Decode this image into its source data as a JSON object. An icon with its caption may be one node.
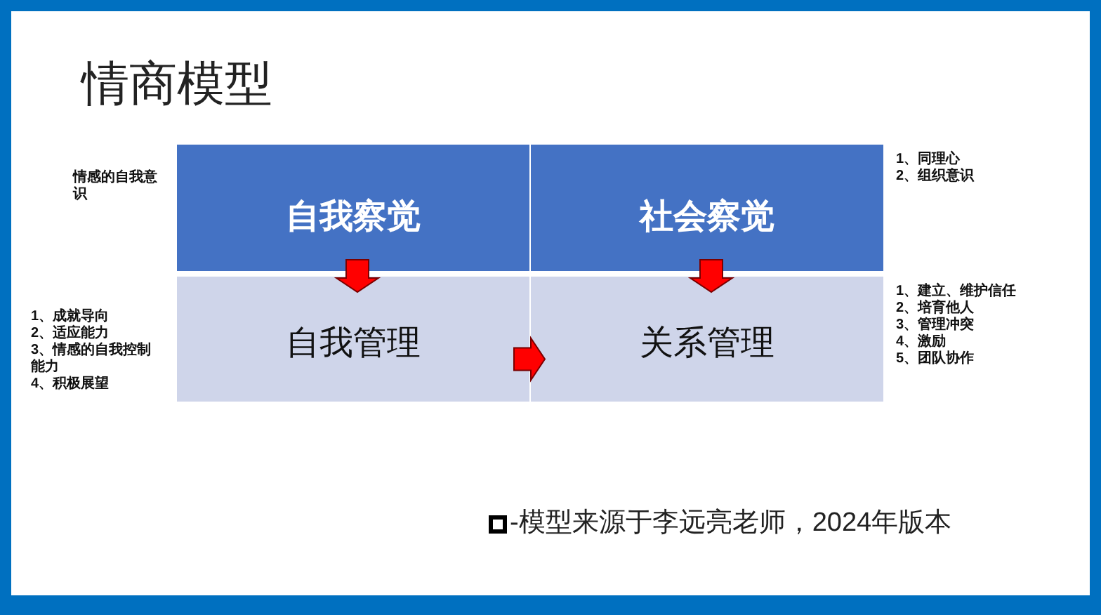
{
  "diagram": {
    "title": "情商模型",
    "nodes": [
      {
        "text": [
          "自我察觉"
        ],
        "beside": [
          "情感的自我意识"
        ]
      },
      {
        "text": [
          "社会察觉"
        ],
        "beside": [
          "1、同理心 2、组织意识"
        ]
      },
      {
        "text": [
          "自我管理"
        ],
        "beside": [
          "1、成就导向 2、适应能力 3、情感的自我控制能力 4、积极展望"
        ]
      },
      {
        "text": [
          "关系管理"
        ],
        "beside": [
          "1、建立、维护信任 2、培育他人 3、管理冲突 4、激励 5、团队协作"
        ]
      }
    ],
    "edges": [
      {
        "from": 0,
        "to": 2,
        "arrow": "to"
      },
      {
        "from": 1,
        "to": 3,
        "arrow": "to"
      },
      {
        "from": 2,
        "to": 3,
        "arrow": "to"
      }
    ],
    "labels": [
      "-模型来源于李远亮老师，2024年版本"
    ]
  }
}
